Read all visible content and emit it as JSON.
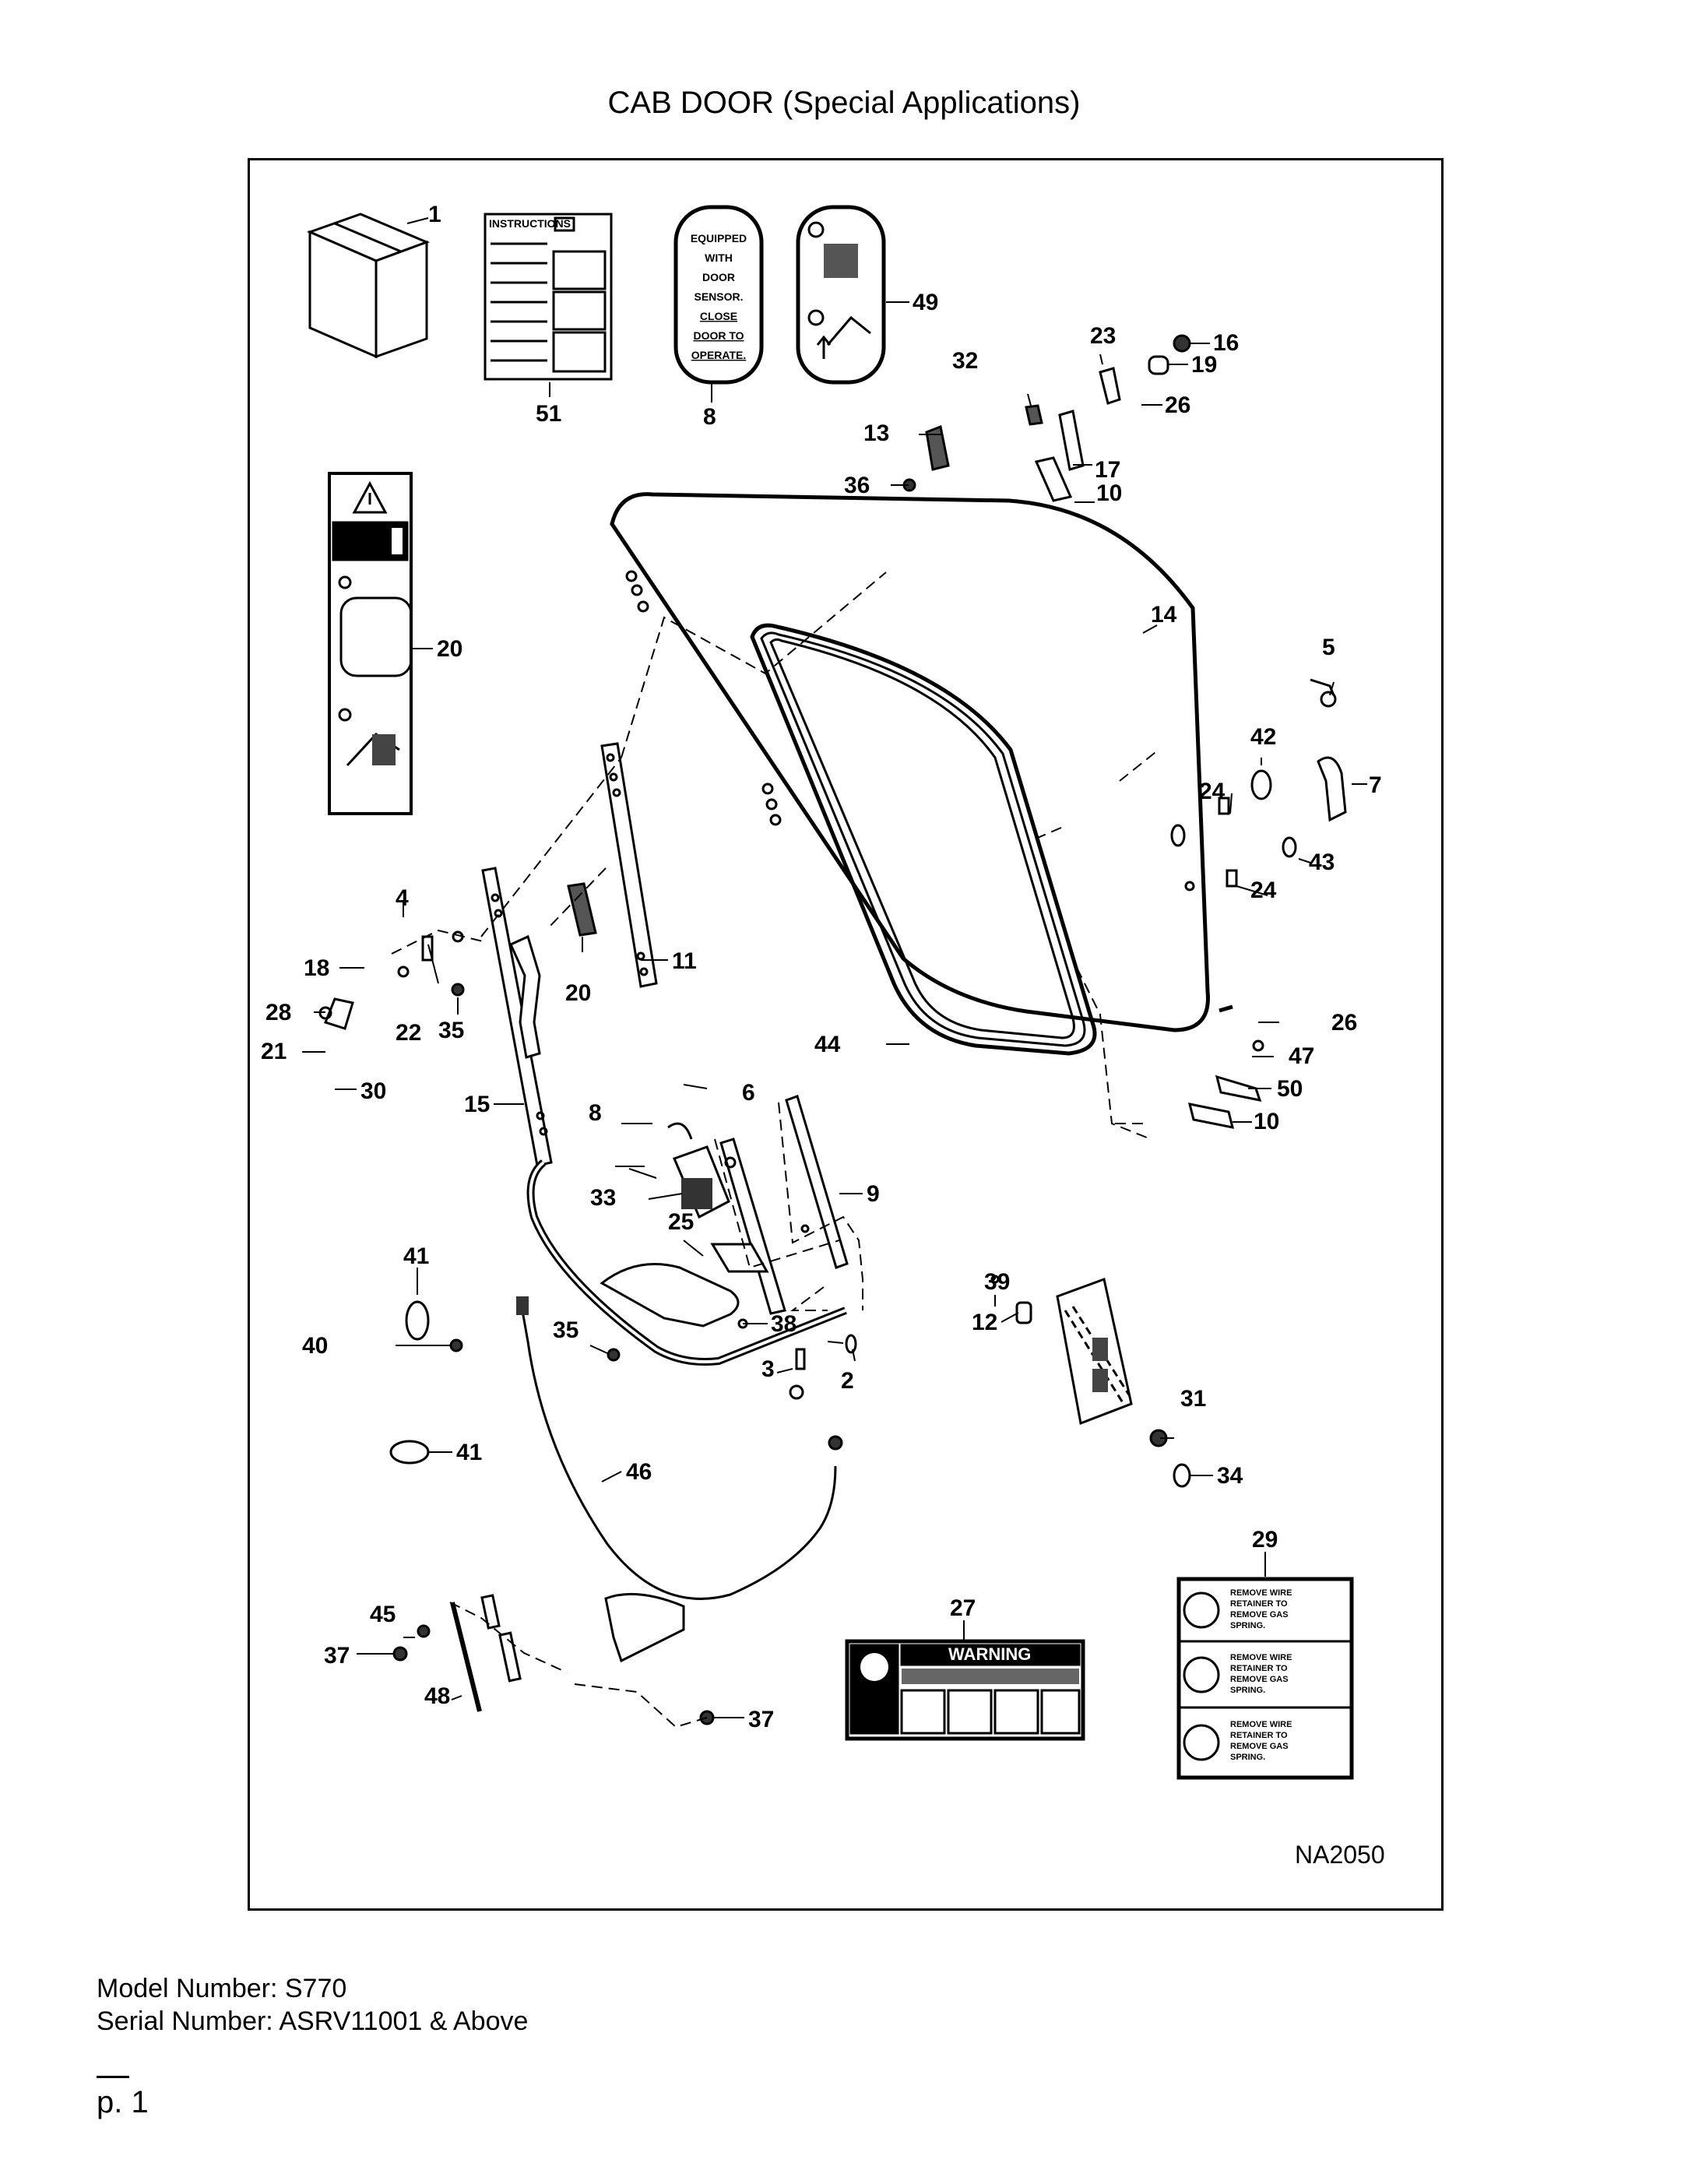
{
  "page": {
    "title": "CAB DOOR (Special Applications)",
    "model_number": "Model Number: S770",
    "serial_number": "Serial Number: ASRV11001 & Above",
    "page_number": "p. 1"
  },
  "diagram": {
    "figure_code": "NA2050",
    "callouts": [
      "1",
      "2",
      "3",
      "4",
      "5",
      "6",
      "7",
      "8",
      "8",
      "9",
      "10",
      "10",
      "11",
      "12",
      "13",
      "14",
      "15",
      "16",
      "17",
      "18",
      "19",
      "20",
      "20",
      "21",
      "22",
      "23",
      "24",
      "24",
      "25",
      "26",
      "26",
      "27",
      "28",
      "29",
      "30",
      "31",
      "32",
      "33",
      "34",
      "35",
      "35",
      "36",
      "37",
      "37",
      "38",
      "39",
      "40",
      "41",
      "41",
      "42",
      "43",
      "44",
      "45",
      "46",
      "47",
      "48",
      "49",
      "50",
      "51"
    ],
    "decals": {
      "instructions": "INSTRUCTIONS",
      "door_sensor": [
        "EQUIPPED",
        "WITH",
        "DOOR",
        "SENSOR.",
        "CLOSE",
        "DOOR TO",
        "OPERATE."
      ],
      "warning": "WARNING",
      "gas_spring": [
        "REMOVE WIRE",
        "RETAINER TO",
        "REMOVE GAS",
        "SPRING."
      ]
    }
  }
}
